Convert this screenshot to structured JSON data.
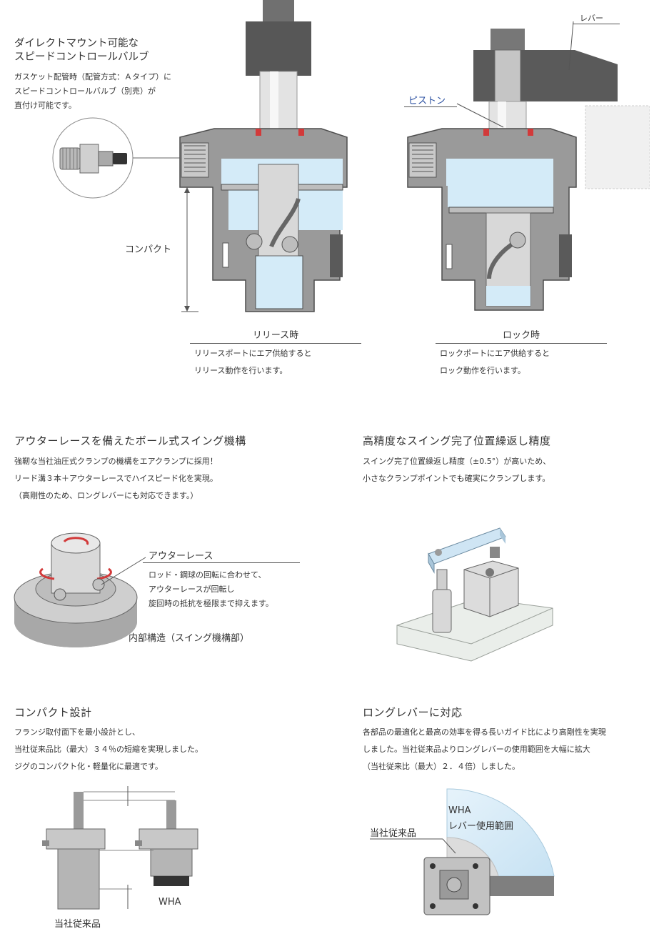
{
  "top": {
    "direct_mount_title": "ダイレクトマウント可能な\nスピードコントロールバルブ",
    "direct_mount_desc": "ガスケット配管時（配管方式：Ａタイプ）に\nスピードコントロールバルブ（別売）が\n直付け可能です。",
    "compact_label": "コンパクト",
    "lever_label": "レバー",
    "piston_label": "ピストン",
    "release_caption": "リリース時",
    "release_desc": "リリースポートにエア供給すると\nリリース動作を行います。",
    "lock_caption": "ロック時",
    "lock_desc": "ロックポートにエア供給すると\nロック動作を行います。"
  },
  "features": {
    "outer_race": {
      "title": "アウターレースを備えたボール式スイング機構",
      "desc": "強靭な当社油圧式クランプの機構をエアクランプに採用！\nリード溝３本＋アウターレースでハイスピード化を実現。\n（高剛性のため、ロングレバーにも対応できます。）",
      "callout_title": "アウターレース",
      "callout_desc": "ロッド・鋼球の回転に合わせて、\nアウターレースが回転し\n旋回時の抵抗を極限まで抑えます。",
      "structure_caption": "内部構造（スイング機構部）"
    },
    "repeatability": {
      "title": "高精度なスイング完了位置繰返し精度",
      "desc": "スイング完了位置繰返し精度（±0.5°）が高いため、\n小さなクランプポイントでも確実にクランプします。"
    },
    "compact_design": {
      "title": "コンパクト設計",
      "desc": "フランジ取付面下を最小設計とし、\n当社従来品比（最大）３４％の短縮を実現しました。\nジグのコンパクト化・軽量化に最適です。",
      "conventional_label": "当社従来品",
      "wha_label": "WHA"
    },
    "long_lever": {
      "title": "ロングレバーに対応",
      "desc": "各部品の最適化と最高の効率を得る長いガイド比により高剛性を実現\nしました。当社従来品よりロングレバーの使用範囲を大幅に拡大\n（当社従来比（最大）２．４倍）しました。",
      "conventional_label": "当社従来品",
      "wha_label": "WHA",
      "range_label": "レバー使用範囲"
    }
  },
  "colors": {
    "metal_dark": "#4d4d4d",
    "metal_mid": "#9a9a9a",
    "metal_light": "#d6d6d6",
    "air_blue": "#d4ebf8",
    "accent_red": "#d23a3a",
    "piston_label_blue": "#2a4fa0"
  }
}
